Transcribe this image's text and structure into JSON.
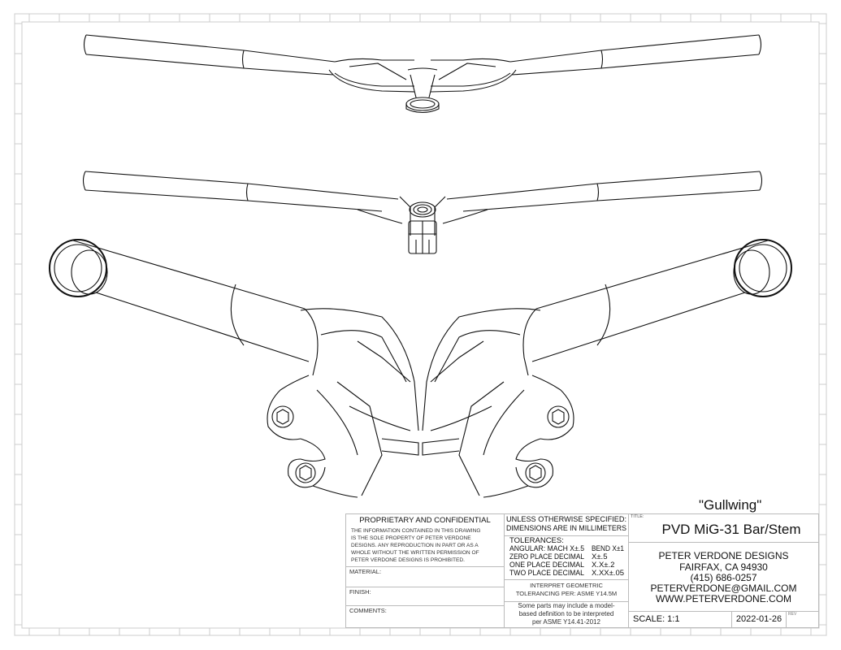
{
  "drawing": {
    "nickname": "\"Gullwing\"",
    "views": [
      "top-view",
      "front-view",
      "detail-view"
    ]
  },
  "title_block": {
    "proprietary": {
      "heading": "PROPRIETARY AND CONFIDENTIAL",
      "lines": [
        "THE INFORMATION CONTAINED IN THIS DRAWING",
        "IS THE SOLE PROPERTY OF PETER VERDONE",
        "DESIGNS.  ANY  REPRODUCTION IN PART OR AS A",
        "WHOLE WITHOUT THE WRITTEN PERMISSION OF",
        "PETER VERDONE DESIGNS IS PROHIBITED."
      ]
    },
    "material_label": "MATERIAL:",
    "finish_label": "FINISH:",
    "comments_label": "COMMENTS:",
    "unless": [
      "UNLESS OTHERWISE SPECIFIED:",
      "DIMENSIONS ARE IN MILLIMETERS"
    ],
    "tolerances": {
      "heading": "TOLERANCES:",
      "rows": [
        {
          "label": "ANGULAR: MACH X±.5",
          "value": "BEND X±1"
        },
        {
          "label": "ZERO PLACE DECIMAL",
          "value": "X±.5"
        },
        {
          "label": "ONE PLACE DECIMAL",
          "value": "X.X±.2"
        },
        {
          "label": "TWO PLACE DECIMAL",
          "value": "X.XX±.05"
        }
      ]
    },
    "interpret": [
      "INTERPRET GEOMETRIC",
      "TOLERANCING PER: ASME Y14.5M"
    ],
    "mbd": [
      "Some parts may include a model-",
      "based definition to be interpreted",
      "per ASME Y14.41-2012"
    ],
    "title_label": "TITLE:",
    "title": "PVD MiG-31 Bar/Stem",
    "company": [
      "PETER VERDONE DESIGNS",
      "FAIRFAX, CA 94930",
      "(415) 686-0257",
      "PETERVERDONE@GMAIL.COM",
      "WWW.PETERVERDONE.COM"
    ],
    "scale": "SCALE: 1:1",
    "date": "2022-01-26",
    "rev_label": "REV"
  }
}
